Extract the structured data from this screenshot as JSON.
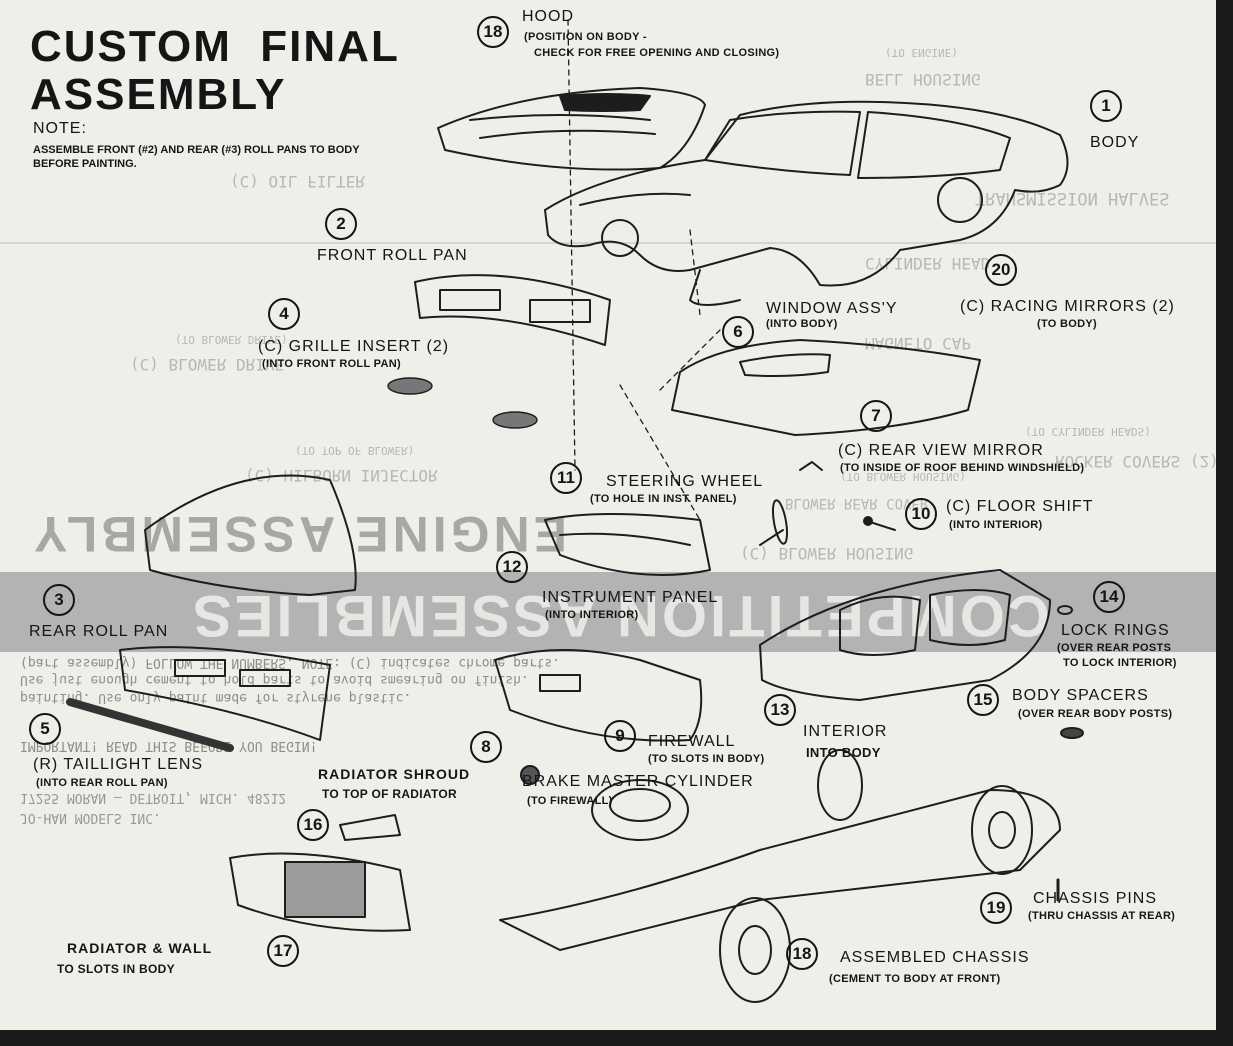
{
  "header": {
    "title_line1": "CUSTOM  FINAL",
    "title_line2": "ASSEMBLY",
    "note_heading": "NOTE:",
    "note_line1": "ASSEMBLE FRONT (#2) AND REAR (#3) ROLL PANS TO BODY",
    "note_line2": "BEFORE PAINTING."
  },
  "steps": [
    {
      "num": "1",
      "label": "BODY",
      "sub": ""
    },
    {
      "num": "2",
      "label": "FRONT ROLL PAN",
      "sub": ""
    },
    {
      "num": "3",
      "label": "REAR ROLL PAN",
      "sub": ""
    },
    {
      "num": "4",
      "label": "(C) GRILLE INSERT (2)",
      "sub": "(INTO FRONT ROLL PAN)"
    },
    {
      "num": "5",
      "label": "(R) TAILLIGHT LENS",
      "sub": "(INTO REAR ROLL PAN)"
    },
    {
      "num": "6",
      "label": "WINDOW ASS'Y",
      "sub": "(INTO BODY)"
    },
    {
      "num": "7",
      "label": "(C) REAR VIEW MIRROR",
      "sub": "(TO INSIDE OF ROOF BEHIND WINDSHIELD)"
    },
    {
      "num": "8",
      "label": "BRAKE MASTER CYLINDER",
      "sub": "(TO FIREWALL)"
    },
    {
      "num": "9",
      "label": "FIREWALL",
      "sub": "(TO SLOTS IN BODY)"
    },
    {
      "num": "10",
      "label": "(C) FLOOR SHIFT",
      "sub": "(INTO INTERIOR)"
    },
    {
      "num": "11",
      "label": "STEERING WHEEL",
      "sub": "(TO HOLE IN INST. PANEL)"
    },
    {
      "num": "12",
      "label": "INSTRUMENT PANEL",
      "sub": "(INTO INTERIOR)"
    },
    {
      "num": "13",
      "label": "INTERIOR",
      "sub": "INTO BODY"
    },
    {
      "num": "14",
      "label": "LOCK RINGS",
      "sub": "(OVER REAR POSTS",
      "sub2": "TO LOCK INTERIOR)"
    },
    {
      "num": "15",
      "label": "BODY SPACERS",
      "sub": "(OVER REAR BODY POSTS)"
    },
    {
      "num": "16",
      "label": "RADIATOR SHROUD",
      "sub": "TO TOP OF RADIATOR"
    },
    {
      "num": "17",
      "label": "RADIATOR & WALL",
      "sub": "TO SLOTS IN BODY"
    },
    {
      "num": "18",
      "label": "HOOD",
      "sub": "(POSITION ON BODY -",
      "sub2": "CHECK FOR FREE OPENING AND CLOSING)"
    },
    {
      "num": "18",
      "label": "ASSEMBLED CHASSIS",
      "sub": "(CEMENT TO BODY AT FRONT)"
    },
    {
      "num": "19",
      "label": "CHASSIS PINS",
      "sub": "(THRU CHASSIS AT REAR)"
    },
    {
      "num": "20",
      "label": "(C) RACING MIRRORS (2)",
      "sub": "(TO BODY)"
    }
  ],
  "bleed_through": {
    "engine_banner": "ENGINE  ASSEMBLY",
    "competition_banner": "COMPETITION  ASSEMBLIES",
    "ghost_labels": [
      "(C) OIL FILTER",
      "BELL HOUSING",
      "(TO ENGINE)",
      "TRANSMISSION HALVES",
      "CYLINDER HEAD",
      "MAGNETO CAP",
      "(TO CYLINDER HEADS)",
      "(C) BLOWER DRIVE",
      "(C) HILBORN INJECTOR",
      "(TO TOP OF BLOWER)",
      "(C) BLOWER HOUSING",
      "BLOWER REAR COVER",
      "(TO BLOWER HOUSING)",
      "ROCKER COVERS (2)",
      "(TO BLOWER DRIVE)"
    ],
    "ghost_paragraph": [
      "IMPORTANT! READ THIS BEFORE YOU BEGIN!",
      "Use just enough cement to hold parts to avoid smearing on finish.",
      "painting. Use only paint made for styrene plastic.",
      "(part assembly) FOLLOW THE NUMBERS. NOTE: (C) indicates chrome parts."
    ],
    "ghost_company": "JO-HAN MODELS INC.",
    "ghost_address": "17255 MORAN — DETROIT, MICH. 48212"
  },
  "colors": {
    "paper": "#efeee9",
    "ink": "#151515",
    "ghost_text": "#b9b7b2",
    "banner_band": "#b3b3b3",
    "frame": "#1a1a1a"
  }
}
